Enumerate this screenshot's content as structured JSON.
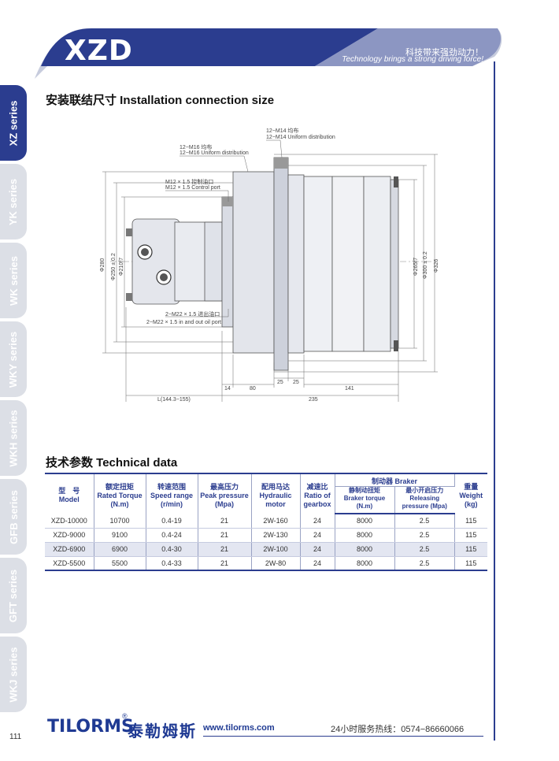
{
  "header": {
    "title": "XZD",
    "slogan_cn": "科技带来强劲动力！",
    "slogan_en": "Technology brings a strong driving force!"
  },
  "sidebar": {
    "items": [
      {
        "label": "XZ series",
        "active": true
      },
      {
        "label": "YK series",
        "active": false
      },
      {
        "label": "WK series",
        "active": false
      },
      {
        "label": "WKY series",
        "active": false
      },
      {
        "label": "WKH series",
        "active": false
      },
      {
        "label": "GFB series",
        "active": false
      },
      {
        "label": "GFT series",
        "active": false
      },
      {
        "label": "WKJ series",
        "active": false
      }
    ]
  },
  "installation": {
    "title": "安装联结尺寸  Installation connection size",
    "labels": {
      "m14_cn": "12−M14 均布",
      "m14_en": "12−M14 Uniform distribution",
      "m16_cn": "12−M16 均布",
      "m16_en": "12−M16 Uniform distribution",
      "ctrl_cn": "M12 × 1.5 控制油口",
      "ctrl_en": "M12 × 1.5 Control port",
      "oil_cn": "2−M22 × 1.5 进出油口",
      "oil_en": "2−M22 × 1.5 in and out oil port",
      "d280": "Φ280",
      "d250": "Φ250 ± 0.2",
      "d210": "Φ210f7",
      "d265": "Φ265f7",
      "d300": "Φ300 ± 0.2",
      "d326": "Φ326",
      "w14": "14",
      "w80": "80",
      "w25a": "25",
      "w25b": "25",
      "w141": "141",
      "l": "L(144.3−155)",
      "w235": "235"
    }
  },
  "technical": {
    "title": "技术参数  Technical data",
    "headers": [
      {
        "cn": "型　号",
        "en": "Model"
      },
      {
        "cn": "额定扭矩",
        "en": "Rated Torque (N.m)"
      },
      {
        "cn": "转速范围",
        "en": "Speed range (r/min)"
      },
      {
        "cn": "最高压力",
        "en": "Peak pressure (Mpa)"
      },
      {
        "cn": "配用马达",
        "en": "Hydraulic motor"
      },
      {
        "cn": "减速比",
        "en": "Ratio of gearbox"
      },
      {
        "cn": "制动器 Braker",
        "en": ""
      },
      {
        "cn": "重量",
        "en": "Weight (kg)"
      }
    ],
    "braker_sub": [
      {
        "cn": "静制动扭矩",
        "en": "Braker torque (N.m)"
      },
      {
        "cn": "最小开启压力",
        "en": "Releasing pressure (Mpa)"
      }
    ],
    "rows": [
      [
        "XZD-10000",
        "10700",
        "0.4-19",
        "21",
        "2W-160",
        "24",
        "8000",
        "2.5",
        "115"
      ],
      [
        "XZD-9000",
        "9100",
        "0.4-24",
        "21",
        "2W-130",
        "24",
        "8000",
        "2.5",
        "115"
      ],
      [
        "XZD-6900",
        "6900",
        "0.4-30",
        "21",
        "2W-100",
        "24",
        "8000",
        "2.5",
        "115"
      ],
      [
        "XZD-5500",
        "5500",
        "0.4-33",
        "21",
        "2W-80",
        "24",
        "8000",
        "2.5",
        "115"
      ]
    ]
  },
  "footer": {
    "page": "111",
    "brand": "TILORMS",
    "reg": "®",
    "brand_cn": "泰勒姆斯",
    "url": "www.tilorms.com",
    "hotline": "24小时服务热线：0574−86660066"
  },
  "colors": {
    "primary": "#2b3d8f",
    "tab_inactive": "#dcdfe6"
  }
}
